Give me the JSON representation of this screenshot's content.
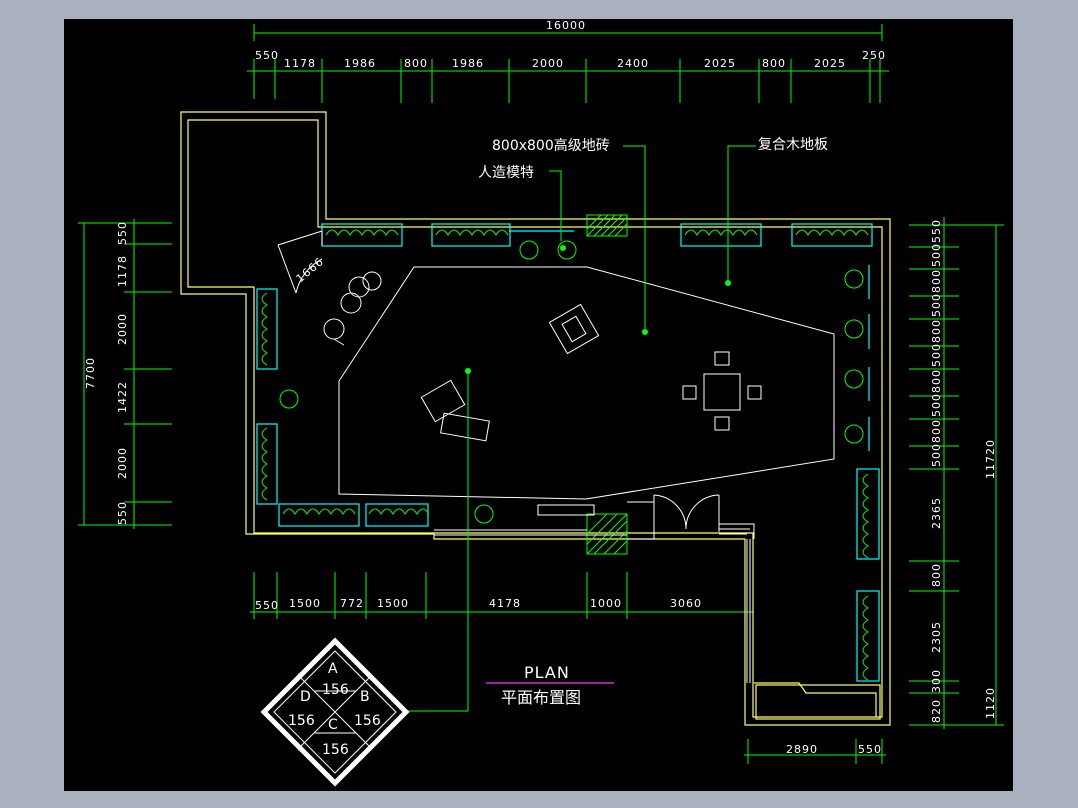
{
  "drawing": {
    "title_en": "PLAN",
    "title_cn": "平面布置图",
    "labels": {
      "tile": "800x800高级地砖",
      "model": "人造模特",
      "wood_floor": "复合木地板",
      "door_dim": "1666"
    },
    "top_dims": {
      "overall": "16000",
      "segments": [
        "550",
        "1178",
        "1986",
        "800",
        "1986",
        "2000",
        "2400",
        "2025",
        "800",
        "2025",
        "250"
      ]
    },
    "bottom_dims": {
      "segments": [
        "550",
        "1500",
        "772",
        "1500",
        "4178",
        "1000",
        "3060"
      ],
      "lower": [
        "2890",
        "550"
      ]
    },
    "left_dims": {
      "overall": "7700",
      "segments": [
        "550",
        "1178",
        "2000",
        "1422",
        "2000",
        "550"
      ]
    },
    "right_dims": {
      "overall": "11720",
      "inner": [
        "550",
        "500",
        "800",
        "500",
        "800",
        "500",
        "800",
        "500",
        "800",
        "500",
        "2365",
        "800",
        "2305",
        "300",
        "820"
      ],
      "outer_small": "1120"
    },
    "symbol": {
      "top": "A",
      "left": "D",
      "right": "B",
      "bottom": "C",
      "num": "156"
    },
    "colors": {
      "background": "#000000",
      "wall": "#ffff66",
      "dimension": "#00ff00",
      "furniture": "#00ffff",
      "line": "#ffffff"
    }
  }
}
